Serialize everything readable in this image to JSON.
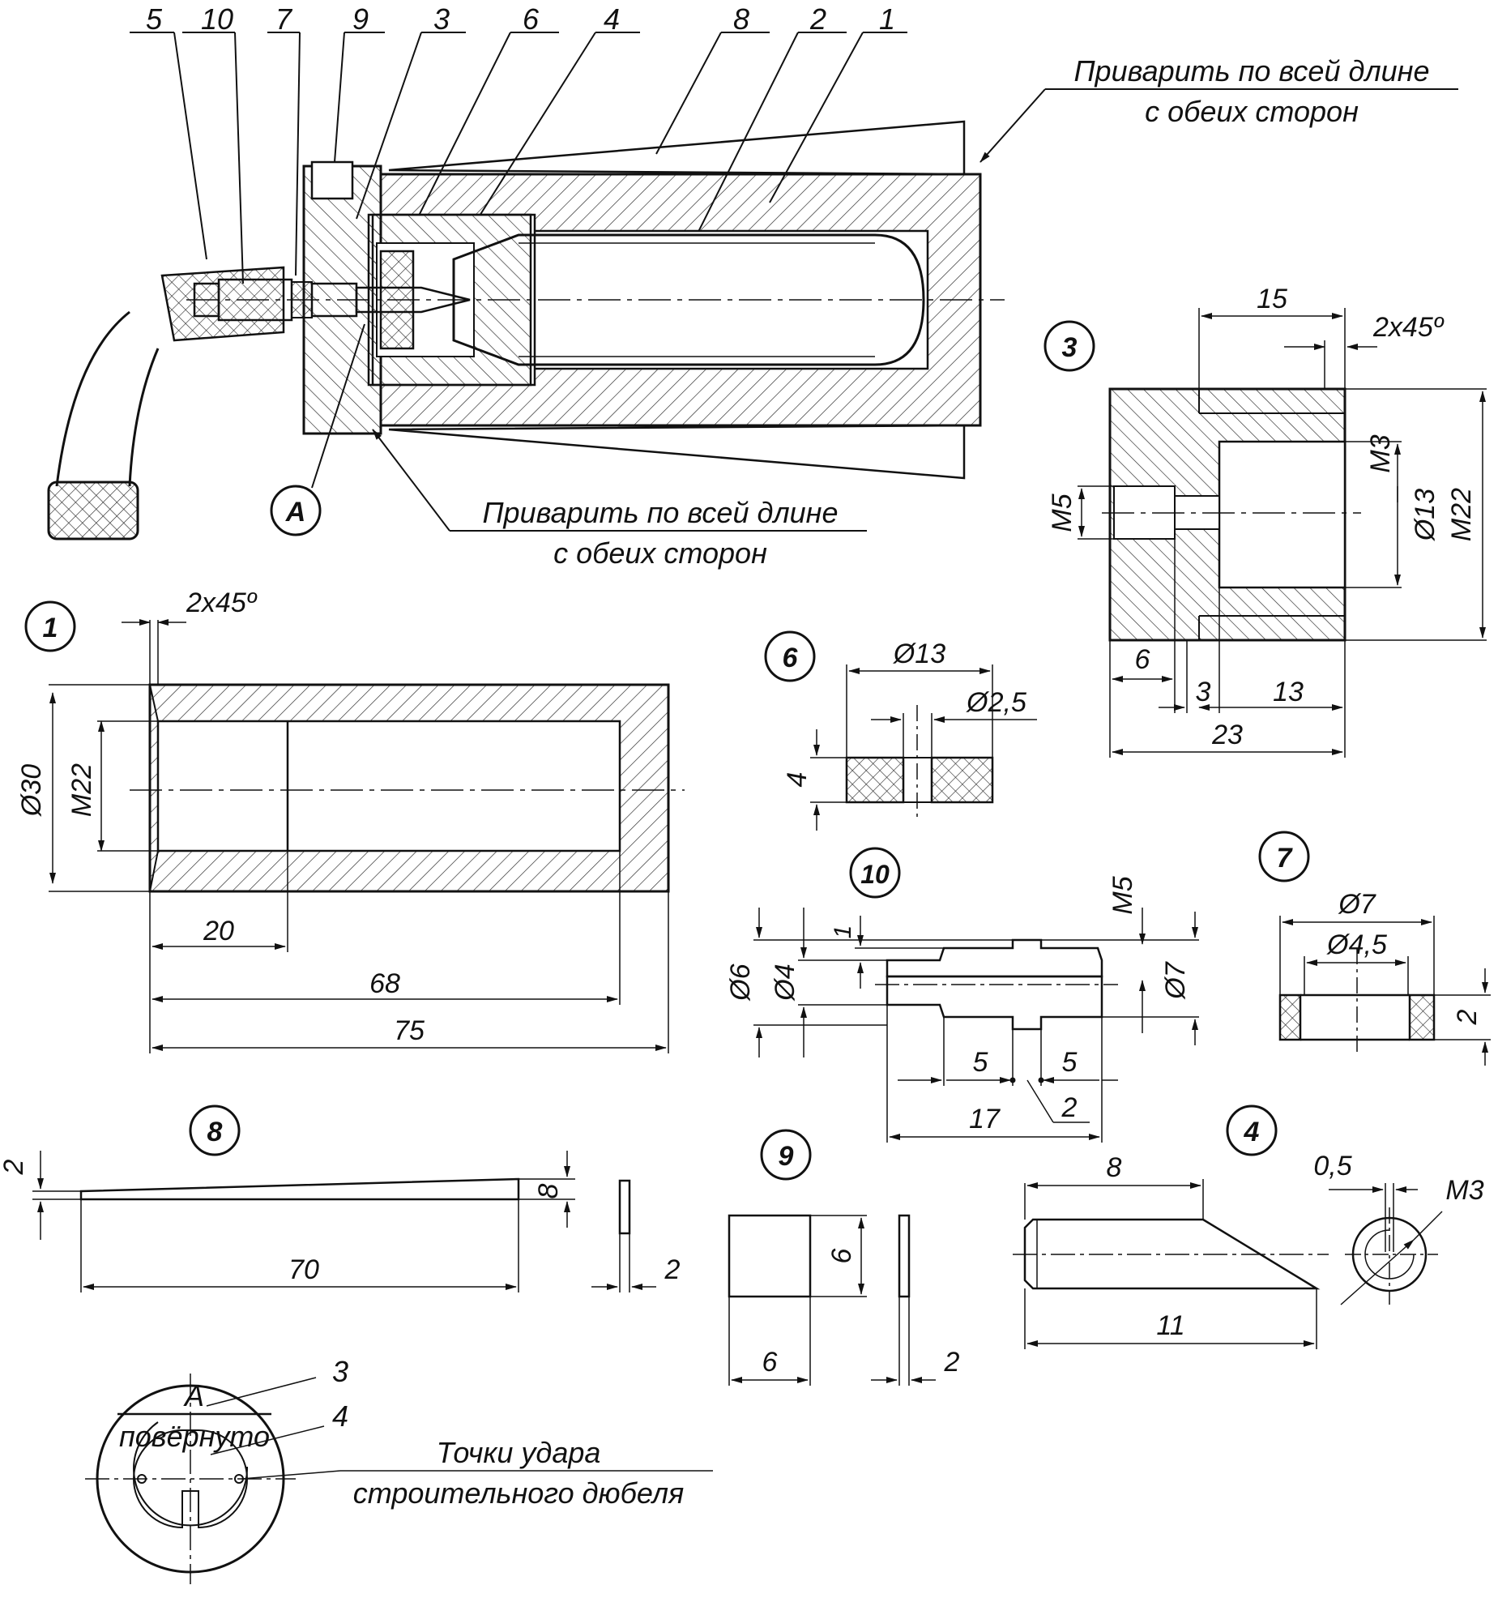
{
  "assembly": {
    "callouts": [
      "5",
      "10",
      "7",
      "9",
      "3",
      "6",
      "4",
      "8",
      "2",
      "1"
    ],
    "weld_note_top": [
      "Приварить по всей длине",
      "с обеих сторон"
    ],
    "weld_note_bottom": [
      "Приварить по всей длине",
      "с обеих сторон"
    ],
    "view_marker": "A"
  },
  "part1": {
    "id": "1",
    "chamfer": "2x45º",
    "dims": {
      "dia_outer": "Ø30",
      "thread": "M22",
      "depth": "20",
      "bore": "68",
      "length": "75"
    }
  },
  "part3": {
    "id": "3",
    "dims": {
      "top": "15",
      "chamfer": "2x45º",
      "m3": "M3",
      "m5": "M5",
      "dia13": "Ø13",
      "m22": "M22",
      "d6": "6",
      "d3": "3",
      "d13": "13",
      "d23": "23"
    }
  },
  "part6": {
    "id": "6",
    "dims": {
      "dia_outer": "Ø13",
      "dia_inner": "Ø2,5",
      "thickness": "4"
    }
  },
  "part10": {
    "id": "10",
    "dims": {
      "m5": "M5",
      "one": "1",
      "dia6": "Ø6",
      "dia4": "Ø4",
      "dia7": "Ø7",
      "five_left": "5",
      "five_right": "5",
      "two": "2",
      "length": "17"
    }
  },
  "part7": {
    "id": "7",
    "dims": {
      "dia_outer": "Ø7",
      "dia_inner": "Ø4,5",
      "thickness": "2"
    }
  },
  "part8": {
    "id": "8",
    "dims": {
      "thin": "2",
      "thick": "8",
      "length": "70",
      "width": "2"
    }
  },
  "part9": {
    "id": "9",
    "dims": {
      "height": "6",
      "width": "6",
      "thickness": "2"
    }
  },
  "part4": {
    "id": "4",
    "dims": {
      "top": "8",
      "length": "11",
      "offset": "0,5",
      "thread": "M3"
    }
  },
  "view_a": {
    "title": "А",
    "subtitle": "повёрнуто",
    "callout_3": "3",
    "callout_4": "4",
    "note": [
      "Точки удара",
      "строительного дюбеля"
    ]
  }
}
